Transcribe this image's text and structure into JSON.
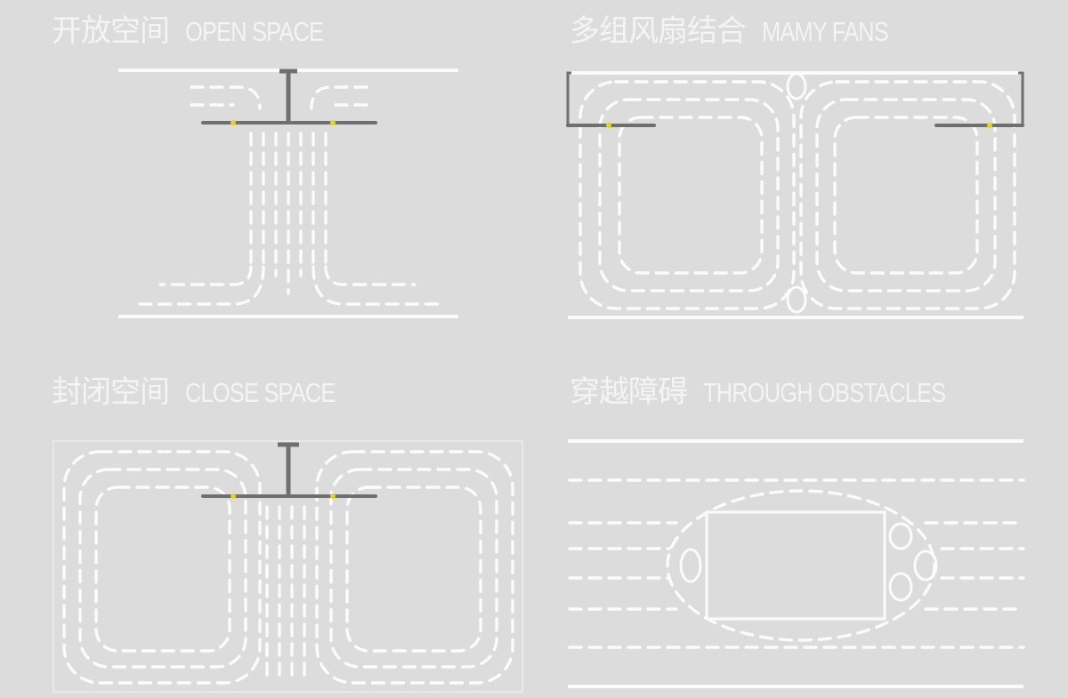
{
  "panels": {
    "open": {
      "zh": "开放空间",
      "en": "OPEN SPACE"
    },
    "fans": {
      "zh": "多组风扇结合",
      "en": "MAMY FANS"
    },
    "close": {
      "zh": "封闭空间",
      "en": "CLOSE  SPACE"
    },
    "obstacles": {
      "zh": "穿越障碍",
      "en": "THROUGH  OBSTACLES"
    }
  },
  "colors": {
    "background": "#dcdcdc",
    "airflow": "#fbfbfb",
    "fan": "#6f6f6f",
    "fan_indicator": "#e8d21c"
  }
}
